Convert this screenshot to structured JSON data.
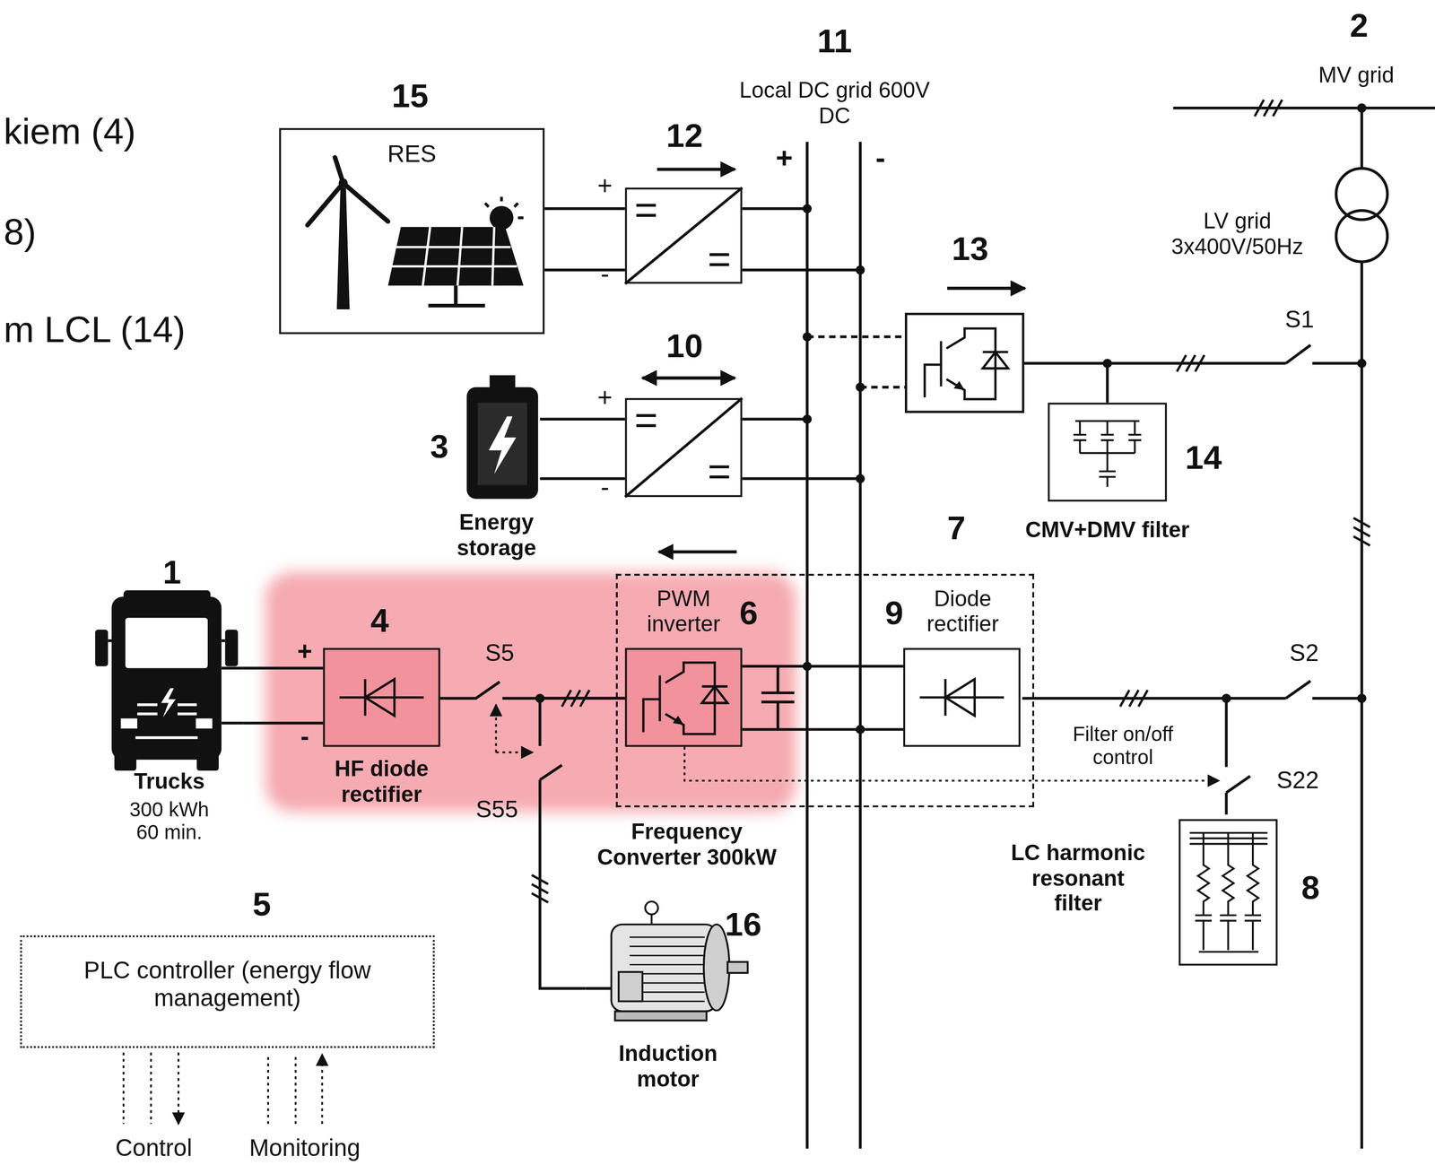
{
  "diagram": {
    "nodes": [
      {
        "text": [
          "RES"
        ]
      },
      {
        "text": [
          "=",
          "="
        ]
      },
      {
        "text": [
          "Energy storage"
        ]
      },
      {
        "text": [
          "=",
          "="
        ]
      },
      {
        "text": [
          "CMV+DMV filter"
        ]
      },
      {
        "text": [
          "Frequency Converter 300kW"
        ]
      },
      {
        "text": [
          "PWM inverter"
        ],
        "in": 5
      },
      {
        "text": [
          "Diode rectifier"
        ],
        "in": 5
      },
      {
        "text": [
          "Trucks",
          "300 kWh 60 min."
        ]
      },
      {
        "text": [
          "HF diode rectifier"
        ]
      },
      {
        "text": [
          "LC harmonic resonant filter"
        ]
      },
      {
        "text": [
          "PLC controller (energy flow management)"
        ]
      },
      {
        "text": [
          "Induction motor"
        ]
      }
    ],
    "edges": [
      {
        "from": 0,
        "to": 1,
        "arrow": "none"
      },
      {
        "from": 2,
        "to": 3,
        "arrow": "none"
      },
      {
        "from": 8,
        "to": 9,
        "arrow": "none"
      },
      {
        "from": 9,
        "to": 6,
        "arrow": "none"
      },
      {
        "from": 6,
        "to": 12,
        "arrow": "none"
      },
      {
        "from": 7,
        "to": 10,
        "arrow": "none"
      }
    ],
    "labels": [
      "kiem (4)",
      "8)",
      "m LCL (14)",
      "15",
      "12",
      "11",
      "Local DC grid 600V DC",
      "+",
      "-",
      "2",
      "MV grid",
      "+",
      "-",
      "LV grid 3x400V/50Hz",
      "13",
      "S1",
      "10",
      "+",
      "3",
      "-",
      "14",
      "7",
      "1",
      "4",
      "6",
      "9",
      "+",
      "S5",
      "S2",
      "-",
      "Filter on/off control",
      "S22",
      "S55",
      "5",
      "16",
      "8",
      "Control",
      "Monitoring"
    ]
  }
}
